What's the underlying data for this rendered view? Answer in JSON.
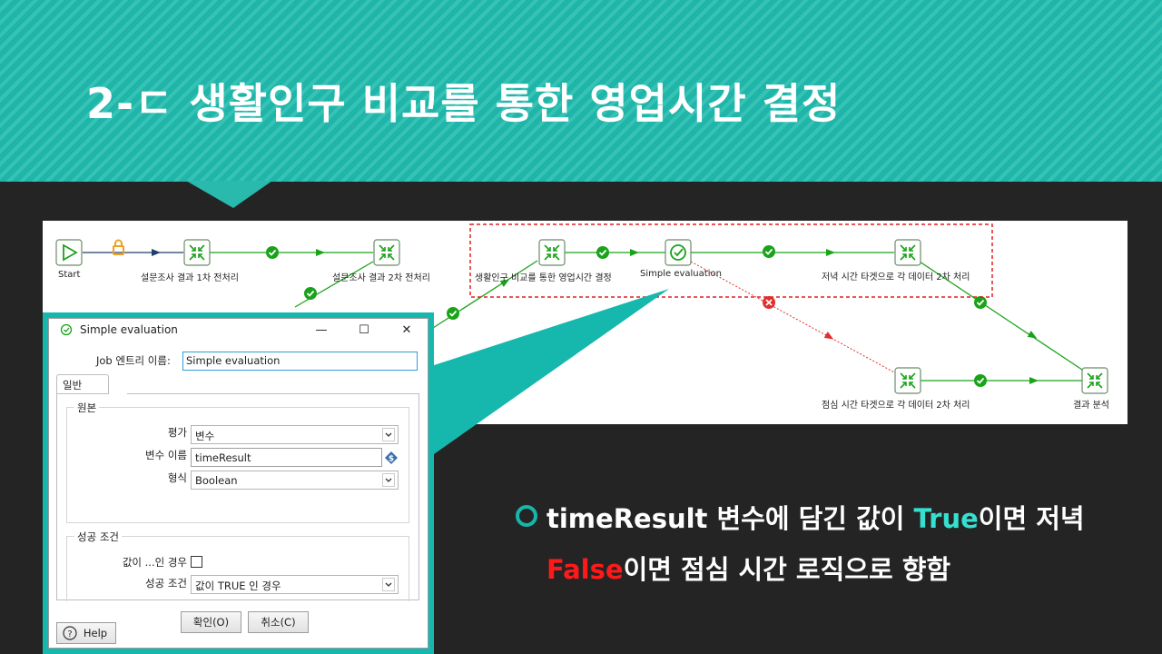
{
  "slide": {
    "title": "2-ㄷ 생활인구 비교를 통한 영업시간 결정",
    "colors": {
      "banner": "#1fb5a8",
      "background": "#242424",
      "accent_teal": "#35e0d0",
      "accent_red": "#ff1a1a"
    }
  },
  "workflow": {
    "nodes": [
      {
        "id": "start",
        "label": "Start",
        "icon": "play-icon"
      },
      {
        "id": "survey1",
        "label": "설문조사 결과 1차 전처리",
        "icon": "transform-icon"
      },
      {
        "id": "survey2",
        "label": "설문조사 결과 2차 전처리",
        "icon": "transform-icon"
      },
      {
        "id": "decide",
        "label": "생활인구 비교를 통한 영업시간 결정",
        "icon": "transform-icon"
      },
      {
        "id": "simple",
        "label": "Simple evaluation",
        "icon": "check-circle-icon"
      },
      {
        "id": "dinner",
        "label": "저녁 시간 타겟으로 각 데이터 2차 처리",
        "icon": "transform-icon"
      },
      {
        "id": "lunch",
        "label": "점심 시간 타겟으로 각 데이터 2차 처리",
        "icon": "transform-icon"
      },
      {
        "id": "analysis",
        "label": "결과 분석",
        "icon": "transform-icon"
      }
    ],
    "hop_colors": {
      "success": "#1aa31a",
      "failure": "#e03030",
      "unconditional": "#1f3f6e"
    }
  },
  "dialog": {
    "title": "Simple evaluation",
    "job_entry_name_label": "Job 엔트리 이름:",
    "job_entry_name_value": "Simple evaluation",
    "tab_label": "일반",
    "source_group": "원본",
    "evaluate_label": "평가",
    "evaluate_value": "변수",
    "variable_name_label": "변수 이름",
    "variable_name_value": "timeResult",
    "type_label": "형식",
    "type_value": "Boolean",
    "success_group": "성공 조건",
    "value_case_label": "값이 ...인 경우",
    "success_condition_label": "성공 조건",
    "success_condition_value": "값이 TRUE 인 경우",
    "ok_label": "확인(O)",
    "cancel_label": "취소(C)",
    "help_label": "Help",
    "minimize_glyph": "—",
    "maximize_glyph": "☐",
    "close_glyph": "✕"
  },
  "description": {
    "line1_pre": "timeResult 변수에 담긴 값이 ",
    "line1_true": "True",
    "line1_post": "이면 저녁",
    "line2_false": "False",
    "line2_post": "이면 점심 시간 로직으로 향함"
  }
}
